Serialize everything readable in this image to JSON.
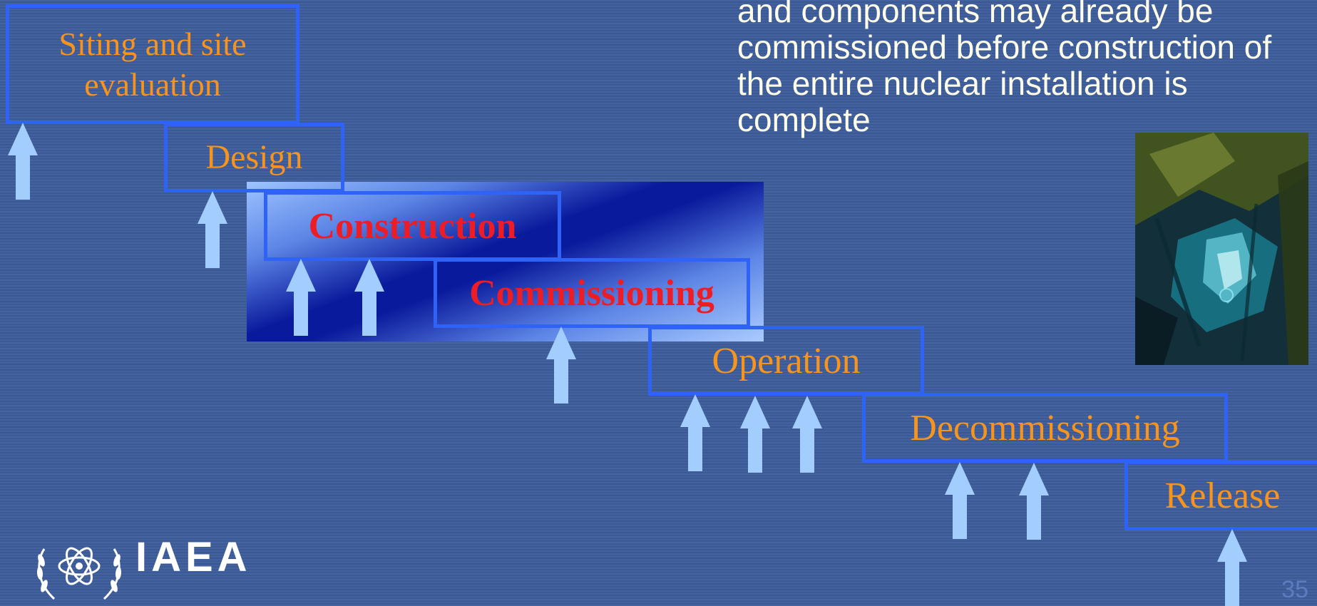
{
  "note": {
    "text": "and components may already be commissioned before construction of the entire nuclear installation is complete"
  },
  "stages": [
    {
      "id": "siting",
      "label": "Siting and site evaluation",
      "emphasis": false
    },
    {
      "id": "design",
      "label": "Design",
      "emphasis": false
    },
    {
      "id": "construction",
      "label": "Construction",
      "emphasis": true
    },
    {
      "id": "commissioning",
      "label": "Commissioning",
      "emphasis": true
    },
    {
      "id": "operation",
      "label": "Operation",
      "emphasis": false
    },
    {
      "id": "decommissioning",
      "label": "Decommissioning",
      "emphasis": false
    },
    {
      "id": "release",
      "label": "Release",
      "emphasis": false
    }
  ],
  "logo": {
    "text": "IAEA",
    "icon": "iaea-atom-laurel-icon"
  },
  "page_number": "35",
  "colors": {
    "background": "#3d5d9c",
    "box_border": "#2f62f6",
    "stage_text": "#f7941d",
    "emphasis_text": "#ee1c25",
    "arrow": "#a3cdfc",
    "note_text": "#fdfde8"
  }
}
